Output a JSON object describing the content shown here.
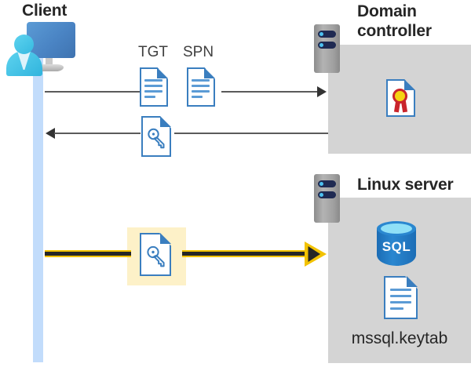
{
  "diagram": {
    "title_client": "Client",
    "title_domain_controller": "Domain\ncontroller",
    "title_domain_controller_line1": "Domain",
    "title_domain_controller_line2": "controller",
    "title_linux_server": "Linux server",
    "label_tgt": "TGT",
    "label_spn": "SPN",
    "label_sql": "SQL",
    "label_keytab_file": "mssql.keytab",
    "colors": {
      "lifeline": "#c2dcfb",
      "panel_gray": "#d4d4d4",
      "highlight_yellow": "#fdf1c8",
      "arrow_gray": "#5a5a5a",
      "arrow_yellow": "#f2c200",
      "arrow_yellow_core": "#262626",
      "doc_blue": "#3a7ebf",
      "doc_line_blue": "#5b9bd5",
      "sql_blue": "#2a87d0",
      "cert_red": "#c9252c",
      "cert_gold": "#f5d312",
      "text_dark": "#262626"
    },
    "icons": {
      "client": "client-workstation-icon",
      "server": "server-tower-icon",
      "tgt_doc": "document-icon",
      "spn_doc": "document-icon",
      "ticket_key_doc": "document-key-icon",
      "keytab_key_doc": "document-key-icon",
      "certificate": "certificate-document-icon",
      "sql_database": "sql-database-icon",
      "keytab_file": "document-icon"
    },
    "flows": [
      {
        "name": "client-to-dc-request",
        "direction": "right",
        "artifacts": [
          "TGT",
          "SPN"
        ],
        "style": "gray"
      },
      {
        "name": "dc-to-client-response",
        "direction": "left",
        "artifacts": [
          "service-ticket-key"
        ],
        "style": "gray"
      },
      {
        "name": "client-to-linux-ticket",
        "direction": "right",
        "artifacts": [
          "keytab-key"
        ],
        "style": "yellow-highlighted"
      }
    ]
  }
}
